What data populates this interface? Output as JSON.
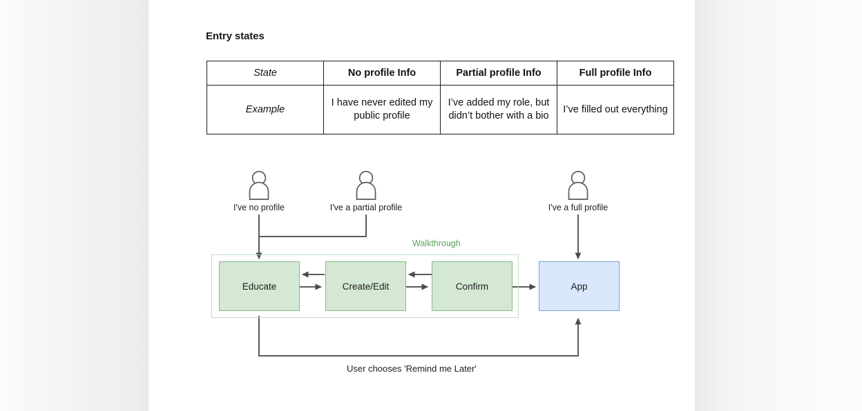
{
  "page": {
    "section_title": "Entry states"
  },
  "entry_states_table": {
    "columns": [
      "State",
      "No profile Info",
      "Partial profile Info",
      "Full profile Info"
    ],
    "rows": [
      {
        "label": "Example",
        "cells": [
          "I have never edited my public profile",
          "I’ve added my role, but didn’t bother with a bio",
          "I’ve filled out everything"
        ]
      }
    ]
  },
  "flow": {
    "personas": [
      {
        "icon": "person-icon",
        "label": "I've no profile"
      },
      {
        "icon": "person-icon",
        "label": "I've a partial profile"
      },
      {
        "icon": "person-icon",
        "label": "I've a full profile"
      }
    ],
    "walkthrough_label": "Walkthrough",
    "nodes": [
      {
        "id": "educate",
        "label": "Educate",
        "kind": "green"
      },
      {
        "id": "create-edit",
        "label": "Create/Edit",
        "kind": "green"
      },
      {
        "id": "confirm",
        "label": "Confirm",
        "kind": "green"
      },
      {
        "id": "app",
        "label": "App",
        "kind": "blue"
      }
    ],
    "caption": "User chooses 'Remind me Later'"
  },
  "colors": {
    "green_fill": "#d5e8d4",
    "green_stroke": "#89b784",
    "blue_fill": "#dae8fc",
    "blue_stroke": "#7b9fd0",
    "walkthrough_text": "#5f9f5f",
    "connector": "#555555",
    "table_border": "#1b1b1b",
    "page_background": "#ffffff",
    "gutter": "#f1f1f1"
  }
}
